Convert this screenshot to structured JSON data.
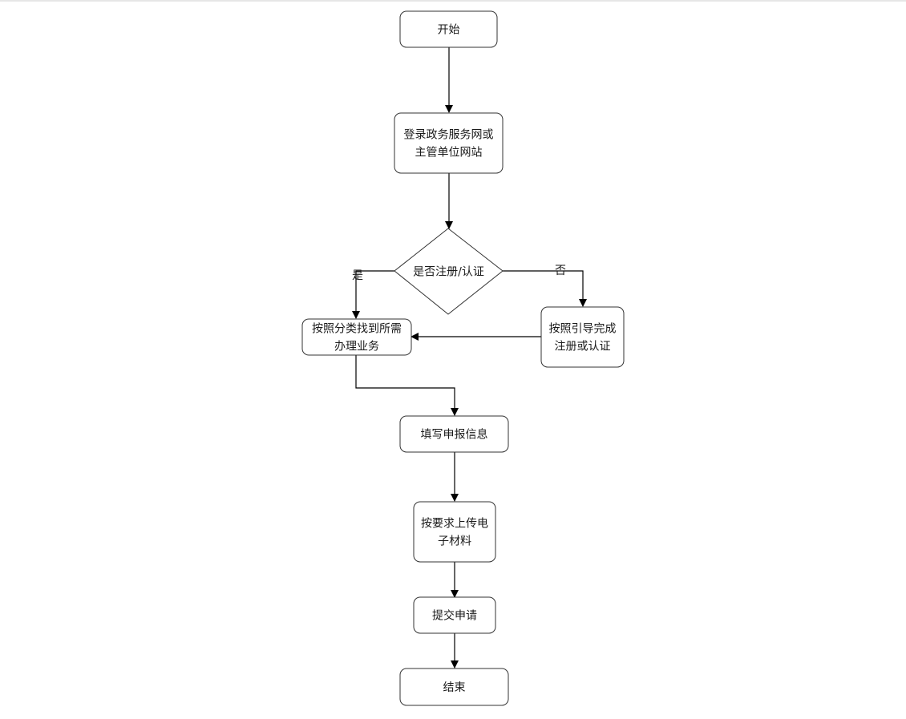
{
  "diagram": {
    "type": "flowchart",
    "nodes": {
      "start": {
        "lines": [
          "开始"
        ]
      },
      "login": {
        "lines": [
          "登录政务服务网或",
          "主管单位网站"
        ]
      },
      "decision": {
        "lines": [
          "是否注册/认证"
        ]
      },
      "find_business": {
        "lines": [
          "按照分类找到所需",
          "办理业务"
        ]
      },
      "guide_register": {
        "lines": [
          "按照引导完成",
          "注册或认证"
        ]
      },
      "fill_info": {
        "lines": [
          "填写申报信息"
        ]
      },
      "upload": {
        "lines": [
          "按要求上传电",
          "子材料"
        ]
      },
      "submit": {
        "lines": [
          "提交申请"
        ]
      },
      "end": {
        "lines": [
          "结束"
        ]
      }
    },
    "edge_labels": {
      "yes": "是",
      "no": "否"
    },
    "colors": {
      "stroke": "#333333",
      "arrow": "#000000",
      "fill": "#ffffff",
      "text": "#1a1a1a"
    }
  }
}
